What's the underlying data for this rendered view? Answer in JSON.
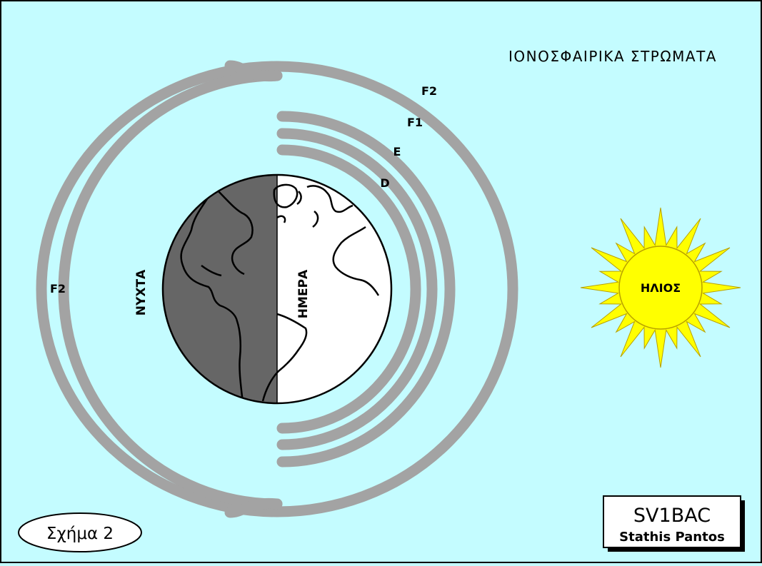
{
  "title": "ΙΟΝΟΣΦΑΙΡΙΚΑ ΣΤΡΩΜΑΤΑ",
  "layers": {
    "f2_day": "F2",
    "f1": "F1",
    "e": "E",
    "d": "D",
    "f2_night": "F2"
  },
  "earth": {
    "night_label": "ΝΥΧΤΑ",
    "day_label": "ΗΜΕΡΑ"
  },
  "sun_label": "ΗΛΙΟΣ",
  "figure_label": "Σχήμα 2",
  "credit": {
    "callsign": "SV1BAC",
    "name": "Stathis Pantos"
  },
  "colors": {
    "background": "#c4fcff",
    "layer": "#a3a3a3",
    "earth_night": "#666666",
    "earth_day": "#ffffff",
    "sun": "#ffff00"
  }
}
